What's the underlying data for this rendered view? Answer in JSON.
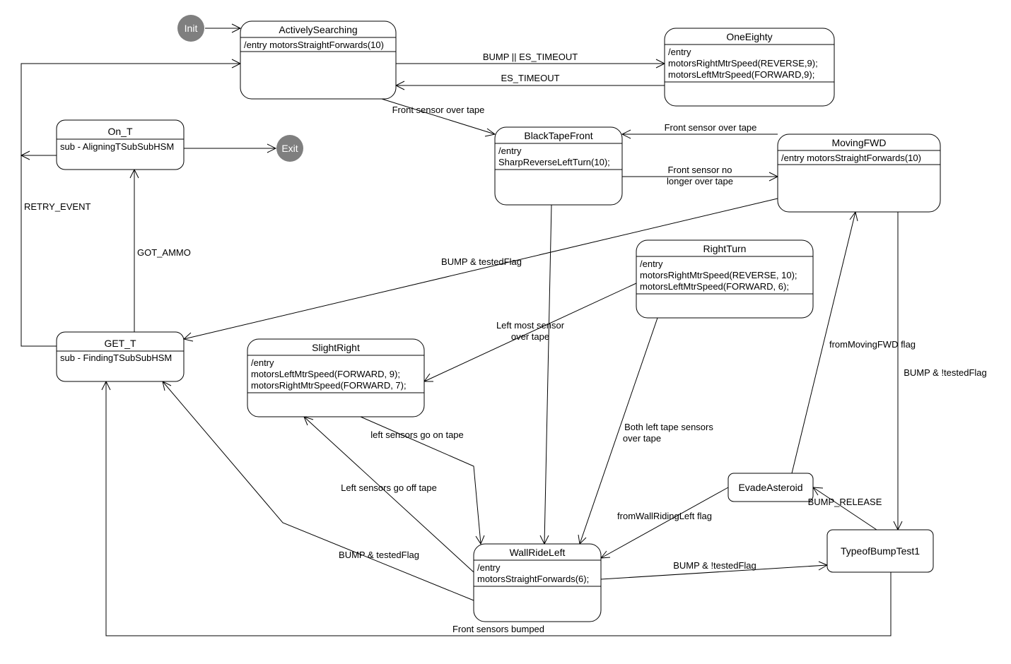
{
  "states": {
    "actively_searching": {
      "name": "ActivelySearching",
      "lines": [
        "/entry motorsStraightForwards(10)"
      ]
    },
    "one_eighty": {
      "name": "OneEighty",
      "lines": [
        "/entry",
        "motorsRightMtrSpeed(REVERSE,9);",
        "motorsLeftMtrSpeed(FORWARD,9);"
      ]
    },
    "on_t": {
      "name": "On_T",
      "lines": [
        "sub - AligningTSubSubHSM"
      ]
    },
    "black_tape_front": {
      "name": "BlackTapeFront",
      "lines": [
        "/entry",
        "SharpReverseLeftTurn(10);"
      ]
    },
    "moving_fwd": {
      "name": "MovingFWD",
      "lines": [
        "/entry motorsStraightForwards(10)"
      ]
    },
    "right_turn": {
      "name": "RightTurn",
      "lines": [
        "/entry",
        "motorsRightMtrSpeed(REVERSE, 10);",
        "motorsLeftMtrSpeed(FORWARD, 6);"
      ]
    },
    "get_t": {
      "name": "GET_T",
      "lines": [
        "sub - FindingTSubSubHSM"
      ]
    },
    "slight_right": {
      "name": "SlightRight",
      "lines": [
        "/entry",
        "motorsLeftMtrSpeed(FORWARD, 9);",
        "motorsRightMtrSpeed(FORWARD, 7);"
      ]
    },
    "evade_asteroid": {
      "name": "EvadeAsteroid"
    },
    "typeof_bump_test1": {
      "name": "TypeofBumpTest1"
    },
    "wall_ride_left": {
      "name": "WallRideLeft",
      "lines": [
        "/entry",
        "motorsStraightForwards(6);"
      ]
    }
  },
  "pseudo": {
    "init": "Init",
    "exit": "Exit"
  },
  "transitions": {
    "bump_or_timeout": "BUMP || ES_TIMEOUT",
    "es_timeout": "ES_TIMEOUT",
    "front_sensor_over_tape_1": "Front sensor over tape",
    "front_sensor_over_tape_2": "Front sensor over tape",
    "front_sensor_no_longer": [
      "Front sensor no",
      "longer over tape"
    ],
    "retry_event": "RETRY_EVENT",
    "got_ammo": "GOT_AMMO",
    "bump_tested_flag_1": "BUMP & testedFlag",
    "left_most_sensor": [
      "Left most sensor",
      "over tape"
    ],
    "from_moving_fwd_flag": "fromMovingFWD flag",
    "bump_not_tested_flag_1": "BUMP & !testedFlag",
    "left_sensors_on_tape": "left sensors go on tape",
    "both_left_sensors": [
      "Both left tape sensors",
      "over tape"
    ],
    "left_sensors_off_tape": "Left sensors go off tape",
    "from_wall_riding_left": "fromWallRidingLeft flag",
    "bump_release": "BUMP_RELEASE",
    "bump_tested_flag_2": "BUMP & testedFlag",
    "bump_not_tested_flag_2": "BUMP & !testedFlag",
    "front_sensors_bumped": "Front sensors bumped"
  }
}
